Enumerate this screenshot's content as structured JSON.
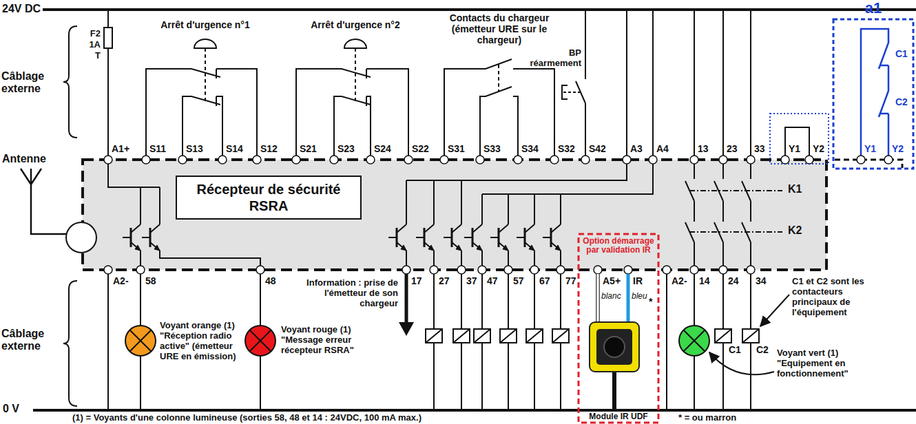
{
  "diagram": {
    "nodes": [
      {
        "text": [
          "Récepteur de sécurité",
          "RSRA"
        ]
      },
      {
        "text": [
          "Option démarrage par validation IR",
          "Module IR UDF"
        ]
      },
      {
        "text": [
          "a1"
        ]
      }
    ],
    "labels": [
      "24V DC",
      "Câblage externe",
      "F2",
      "1A",
      "T",
      "Arrêt d'urgence n°1",
      "Arrêt d'urgence n°2",
      "Contacts du chargeur (émetteur URE sur le chargeur)",
      "BP réarmement",
      "A1+",
      "S11",
      "S13",
      "S14",
      "S12",
      "S21",
      "S23",
      "S24",
      "S22",
      "S31",
      "S33",
      "S34",
      "S32",
      "S42",
      "A3",
      "A4",
      "13",
      "23",
      "33",
      "Y1",
      "Y2",
      "Y1",
      "Y2",
      "C1",
      "C2",
      "Antenne",
      "K1",
      "K2",
      "A2-",
      "58",
      "48",
      "17",
      "27",
      "37",
      "47",
      "57",
      "67",
      "77",
      "A5+",
      "IR",
      "A2-",
      "14",
      "24",
      "34",
      "blanc",
      "bleu",
      "*",
      "Information : prise de l'émetteur de son chargeur",
      "Câblage externe",
      "Voyant orange (1) \"Réception radio active\" (émetteur URE en émission)",
      "Voyant rouge (1) \"Message erreur récepteur RSRA\"",
      "C1 et C2 sont les contacteurs principaux de l'équipement",
      "C1",
      "C2",
      "Voyant vert (1) \"Equipement en fonctionnement\"",
      "0 V",
      "(1) = Voyants d'une colonne lumineuse (sorties 58, 48 et 14 : 24VDC, 100 mA max.)",
      "* = ou marron"
    ]
  }
}
